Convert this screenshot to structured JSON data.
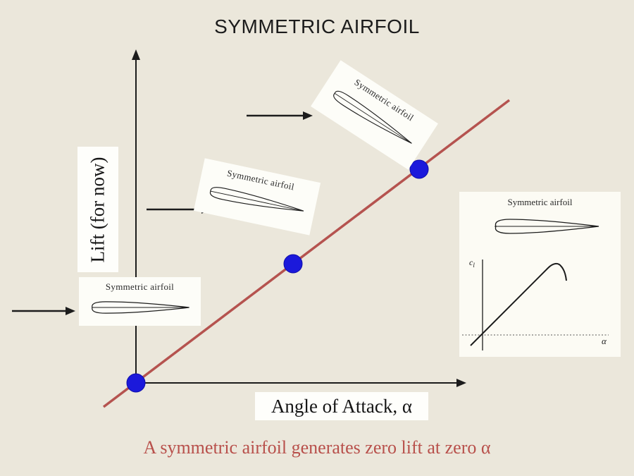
{
  "slide": {
    "title": "SYMMETRIC AIRFOIL",
    "caption": "A symmetric airfoil generates zero lift at zero α"
  },
  "graph": {
    "y_axis_label": "Lift (for now)",
    "x_axis_label": "Angle of Attack, α",
    "data_points_on_line": 3,
    "flow_arrows": 3
  },
  "airfoil_cards": {
    "label": "Symmetric airfoil",
    "count": 3
  },
  "inset": {
    "title": "Symmetric airfoil",
    "y_label_main": "c",
    "y_label_sub": "l",
    "x_label": "α"
  },
  "colors": {
    "background": "#EBE7DB",
    "card_white": "#FDFDF8",
    "lift_line_red": "#B5534F",
    "caption_red": "#B8504B",
    "dot_blue": "#1B19DB",
    "ink": "#1C1C1C"
  }
}
